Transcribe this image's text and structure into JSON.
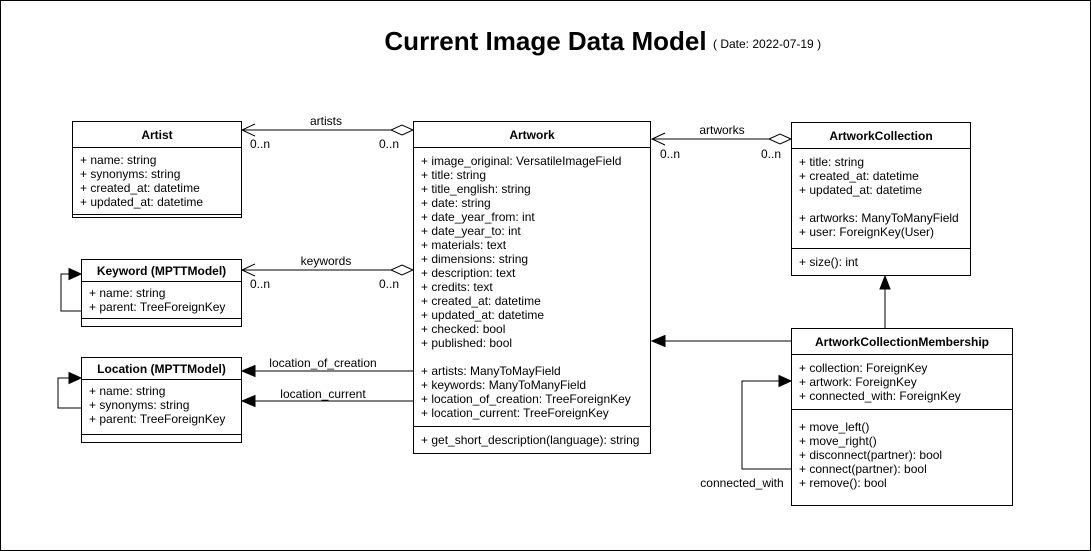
{
  "title": "Current Image Data Model",
  "date_note": "( Date: 2022-07-19 )",
  "colors": {
    "line": "#000000",
    "background": "#ffffff",
    "box_fill": "#ffffff"
  },
  "classes": {
    "artist": {
      "name": "Artist",
      "attributes": [
        "+ name: string",
        "+ synonyms: string",
        "+ created_at: datetime",
        "+ updated_at: datetime"
      ],
      "methods": []
    },
    "keyword": {
      "name": "Keyword (MPTTModel)",
      "attributes": [
        "+ name: string",
        "+ parent: TreeForeignKey"
      ],
      "methods": []
    },
    "location": {
      "name": "Location (MPTTModel)",
      "attributes": [
        "+ name: string",
        "+ synonyms: string",
        "+ parent: TreeForeignKey"
      ],
      "methods": []
    },
    "artwork": {
      "name": "Artwork",
      "attributes": [
        "+ image_original: VersatileImageField",
        "+ title: string",
        "+ title_english: string",
        "+ date: string",
        "+ date_year_from: int",
        "+ date_year_to: int",
        "+ materials: text",
        "+ dimensions: string",
        "+ description: text",
        "+ credits: text",
        "+ created_at: datetime",
        "+ updated_at: datetime",
        "+ checked: bool",
        "+ published: bool",
        "",
        "+ artists: ManyToMayField",
        "+ keywords: ManyToManyField",
        "+ location_of_creation: TreeForeignKey",
        "+ location_current: TreeForeignKey"
      ],
      "methods": [
        "+ get_short_description(language): string"
      ]
    },
    "artwork_collection": {
      "name": "ArtworkCollection",
      "attributes": [
        "+ title: string",
        "+ created_at: datetime",
        "+ updated_at: datetime",
        "",
        "+ artworks: ManyToManyField",
        "+ user: ForeignKey(User)"
      ],
      "methods": [
        "+ size(): int"
      ]
    },
    "artwork_collection_membership": {
      "name": "ArtworkCollectionMembership",
      "attributes": [
        "+ collection: ForeignKey",
        "+ artwork: ForeignKey",
        "+ connected_with: ForeignKey"
      ],
      "methods": [
        "+ move_left()",
        "+ move_right()",
        "+ disconnect(partner): bool",
        "+ connect(partner): bool",
        "+ remove(): bool"
      ]
    }
  },
  "edges": {
    "artists": {
      "label": "artists",
      "source_mult": "0..n",
      "target_mult": "0..n"
    },
    "keywords": {
      "label": "keywords",
      "source_mult": "0..n",
      "target_mult": "0..n"
    },
    "artworks": {
      "label": "artworks",
      "source_mult": "0..n",
      "target_mult": "0..n"
    },
    "location_of_creation": {
      "label": "location_of_creation"
    },
    "location_current": {
      "label": "location_current"
    },
    "connected_with": {
      "label": "connected_with"
    }
  }
}
